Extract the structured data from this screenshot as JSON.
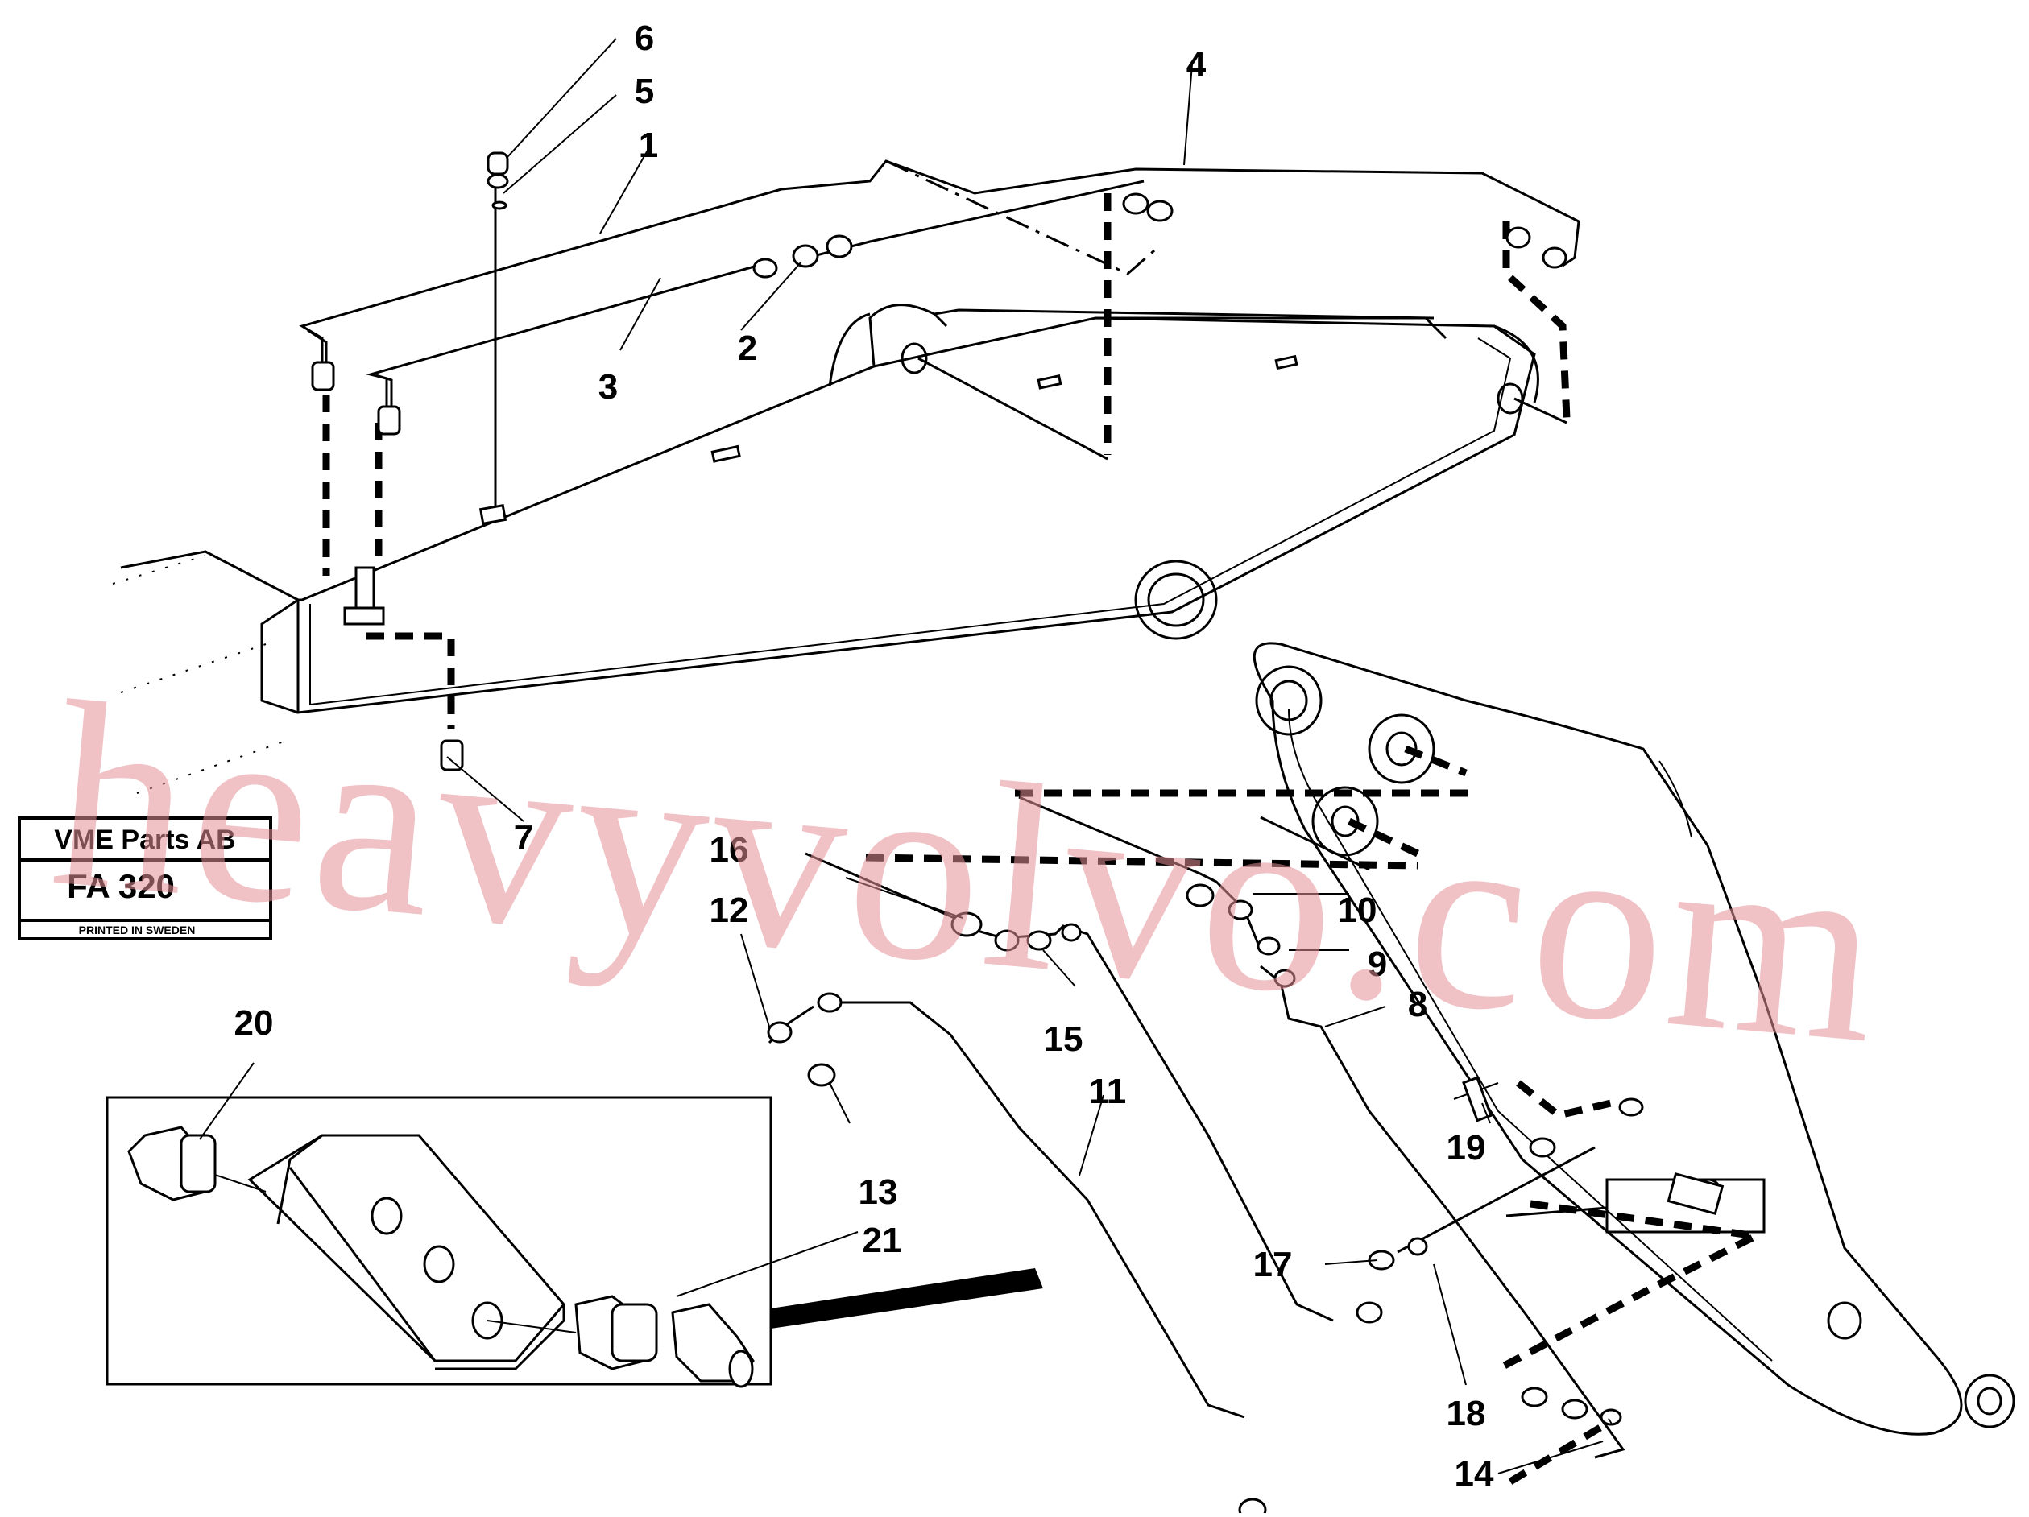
{
  "stamp": {
    "company": "VME Parts AB",
    "code": "FA 320",
    "printed": "PRINTED IN SWEDEN"
  },
  "watermark": "heavyvolvo.com",
  "callouts": [
    "1",
    "2",
    "3",
    "4",
    "5",
    "6",
    "7",
    "8",
    "9",
    "10",
    "11",
    "12",
    "13",
    "14",
    "15",
    "16",
    "17",
    "18",
    "19",
    "20",
    "21"
  ],
  "colors": {
    "line": "#000000",
    "watermark": "#e38f98",
    "background": "#ffffff"
  }
}
